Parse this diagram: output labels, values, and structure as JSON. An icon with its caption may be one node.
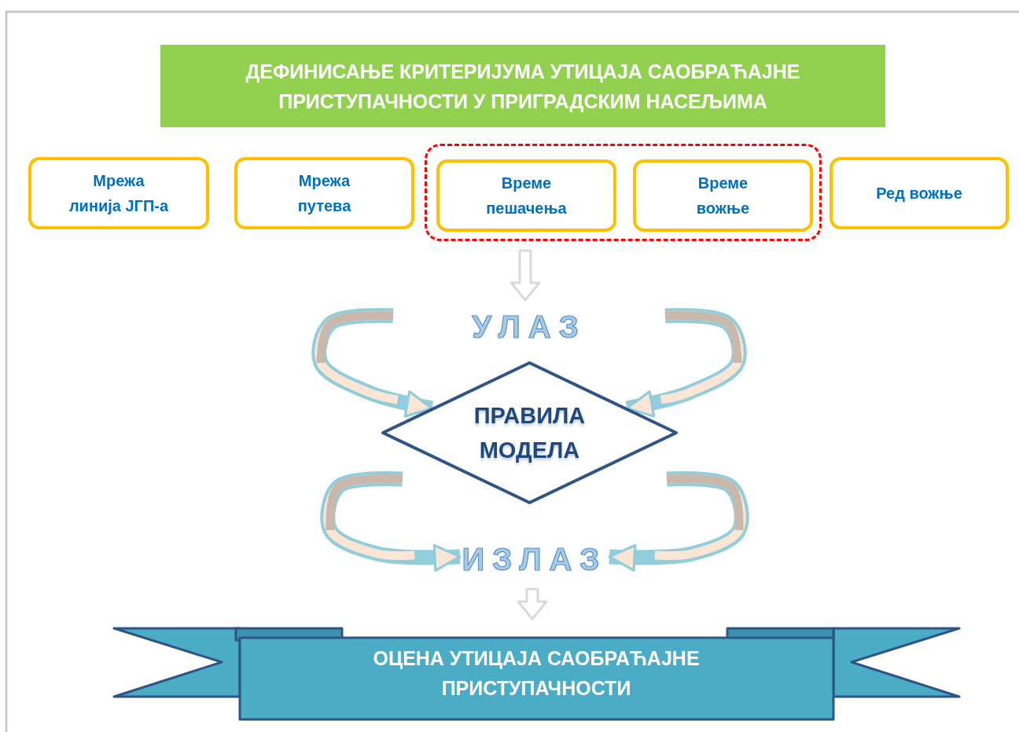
{
  "diagram": {
    "nodes": [
      {
        "text": [
          "ДЕФИНИСАЊЕ КРИТЕРИЈУМА УТИЦАЈА САОБРАЋАЈНЕ ПРИСТУПАЧНОСТИ У ПРИГРАДСКИМ НАСЕЉИМА"
        ]
      },
      {
        "text": [
          "Мрежа линија ЈГП-а"
        ]
      },
      {
        "text": [
          "Мрежа путева"
        ]
      },
      {
        "text": [],
        "shape": "box"
      },
      {
        "text": [
          "Време пешачења"
        ],
        "in": 3
      },
      {
        "text": [
          "Време вожње"
        ],
        "in": 3
      },
      {
        "text": [
          "Ред вожње"
        ]
      },
      {
        "text": [
          "УЛАЗ"
        ]
      },
      {
        "text": [
          "ПРАВИЛА МОДЕЛА"
        ]
      },
      {
        "text": [
          "ИЗЛАЗ"
        ]
      },
      {
        "text": [
          "ОЦЕНА УТИЦАЈА САОБРАЋАЈНЕ ПРИСТУПАЧНОСТИ"
        ]
      }
    ],
    "edges": [
      {
        "from": 3,
        "to": 7,
        "arrow": "to"
      },
      {
        "from": null,
        "to": 8,
        "arrow": "to"
      },
      {
        "from": null,
        "to": 8,
        "arrow": "to"
      },
      {
        "from": null,
        "to": 9,
        "arrow": "to"
      },
      {
        "from": null,
        "to": 9,
        "arrow": "to"
      },
      {
        "from": 9,
        "to": 10,
        "arrow": "to"
      }
    ]
  }
}
